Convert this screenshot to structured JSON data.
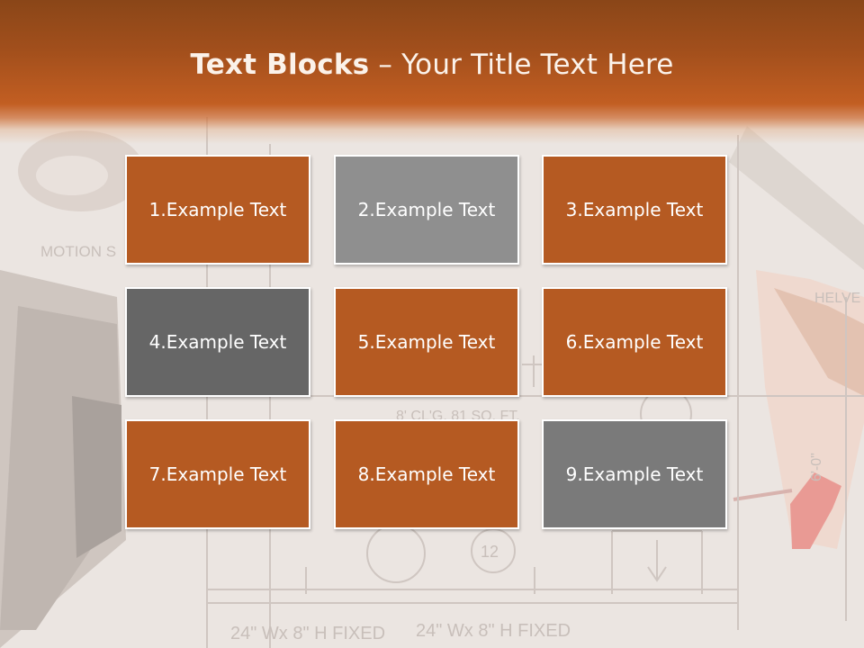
{
  "title": {
    "bold_part": "Text Blocks",
    "separator": " – ",
    "rest": "Your Title Text Here"
  },
  "colors": {
    "orange": "#b55a22",
    "light_gray": "#8f8f8f",
    "dark_gray": "#666666",
    "mid_gray": "#7a7a7a"
  },
  "blocks": [
    {
      "label": "1.Example Text",
      "color": "#b55a22"
    },
    {
      "label": "2.Example Text",
      "color": "#8f8f8f"
    },
    {
      "label": "3.Example Text",
      "color": "#b55a22"
    },
    {
      "label": "4.Example Text",
      "color": "#666666"
    },
    {
      "label": "5.Example Text",
      "color": "#b55a22"
    },
    {
      "label": "6.Example Text",
      "color": "#b55a22"
    },
    {
      "label": "7.Example Text",
      "color": "#b55a22"
    },
    {
      "label": "8.Example Text",
      "color": "#b55a22"
    },
    {
      "label": "9.Example Text",
      "color": "#7a7a7a"
    }
  ],
  "background_text": {
    "motion": "MOTION S",
    "twelve": "12",
    "fixed_1": "24\" Wx 8\" H FIXED",
    "fixed_2": "24\" Wx 8\" H FIXED",
    "ceiling": "8' CL'G.   81 SQ. FT.",
    "helve": "HELVE",
    "dim": "6'-0\""
  }
}
